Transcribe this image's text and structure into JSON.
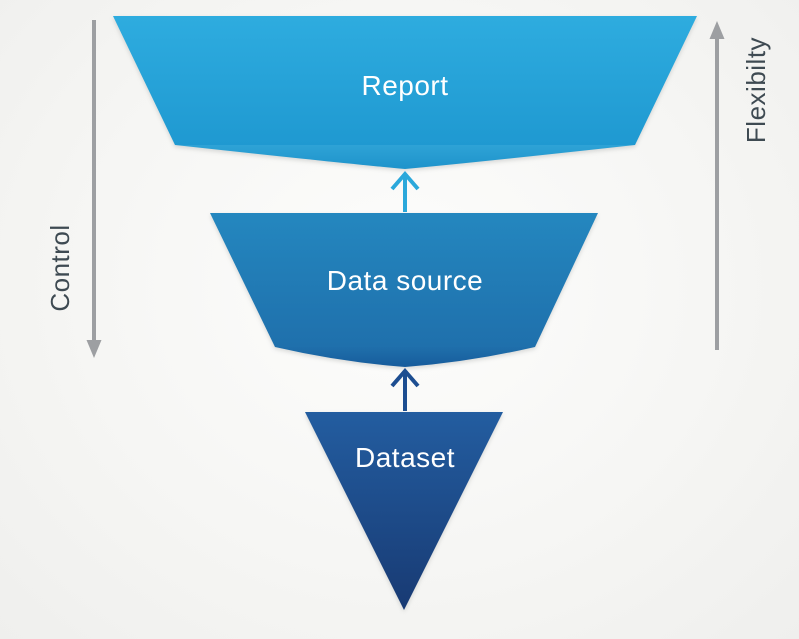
{
  "diagram": {
    "type": "inverted-funnel",
    "levels": [
      {
        "id": "report",
        "label": "Report",
        "fill_top": "#2eacdf",
        "fill_bottom": "#1f99d1"
      },
      {
        "id": "data-source",
        "label": "Data source",
        "fill_top": "#2487bf",
        "fill_bottom": "#1f70ac"
      },
      {
        "id": "dataset",
        "label": "Dataset",
        "fill_top": "#235da0",
        "fill_bottom": "#183a73"
      }
    ],
    "flow_arrows": [
      {
        "from": "dataset",
        "to": "data-source",
        "direction": "up",
        "color": "#1d4e91"
      },
      {
        "from": "data-source",
        "to": "report",
        "direction": "up",
        "color": "#2ba8db"
      }
    ],
    "axes": {
      "left": {
        "label": "Control",
        "arrow_direction": "down",
        "color": "#9d9fa2"
      },
      "right": {
        "label": "Flexibilty",
        "arrow_direction": "up",
        "color": "#9d9fa2"
      }
    },
    "text_color": "#3e4a52",
    "label_text_color": "#ffffff",
    "background": "#f5f5f3"
  }
}
